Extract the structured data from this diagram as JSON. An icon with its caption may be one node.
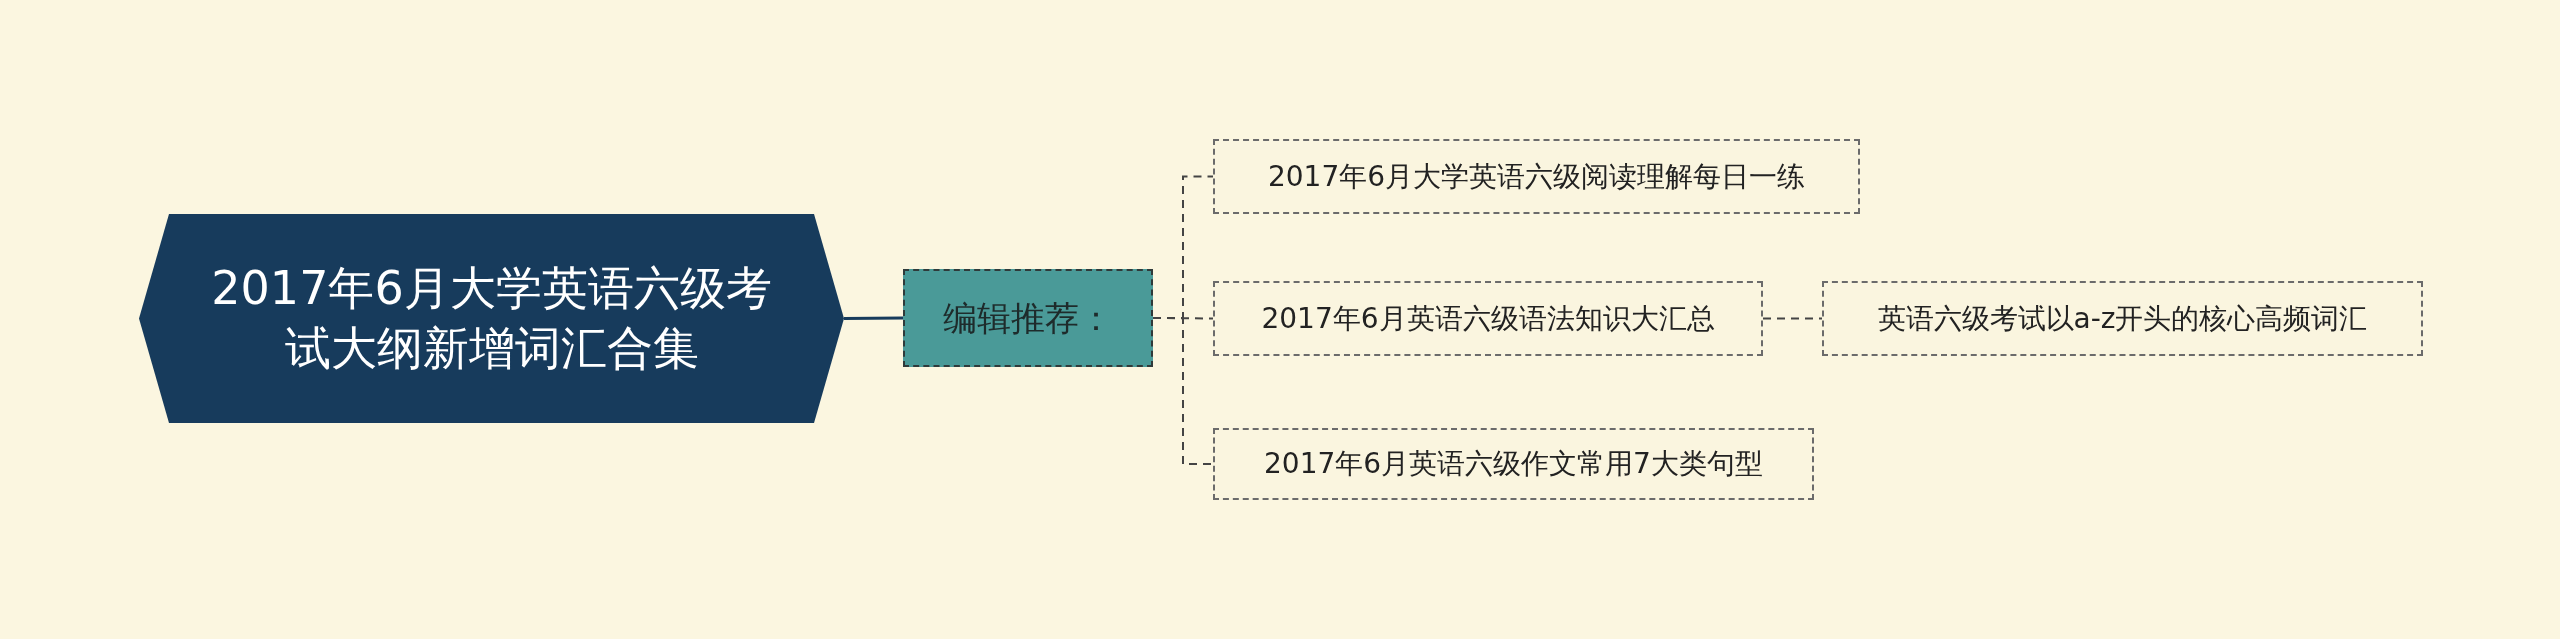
{
  "diagram": {
    "nodes": [
      {
        "text": [
          "2017年6月大学英语六级考试大纲新增词汇合集"
        ]
      },
      {
        "text": [
          "编辑推荐："
        ]
      },
      {
        "text": [
          "2017年6月大学英语六级阅读理解每日一练"
        ]
      },
      {
        "text": [
          "2017年6月英语六级语法知识大汇总"
        ]
      },
      {
        "text": [
          "英语六级考试以a-z开头的核心高频词汇"
        ]
      },
      {
        "text": [
          "2017年6月英语六级作文常用7大类句型"
        ]
      }
    ],
    "edges": [
      {
        "from": 0,
        "to": 1,
        "arrow": "none",
        "color": "#173b5c"
      },
      {
        "from": 1,
        "to": 2,
        "arrow": "none",
        "style": "dashed"
      },
      {
        "from": 1,
        "to": 3,
        "arrow": "none",
        "style": "dashed"
      },
      {
        "from": 1,
        "to": 5,
        "arrow": "none",
        "style": "dashed"
      },
      {
        "from": 3,
        "to": 4,
        "arrow": "none",
        "style": "dashed"
      }
    ]
  }
}
